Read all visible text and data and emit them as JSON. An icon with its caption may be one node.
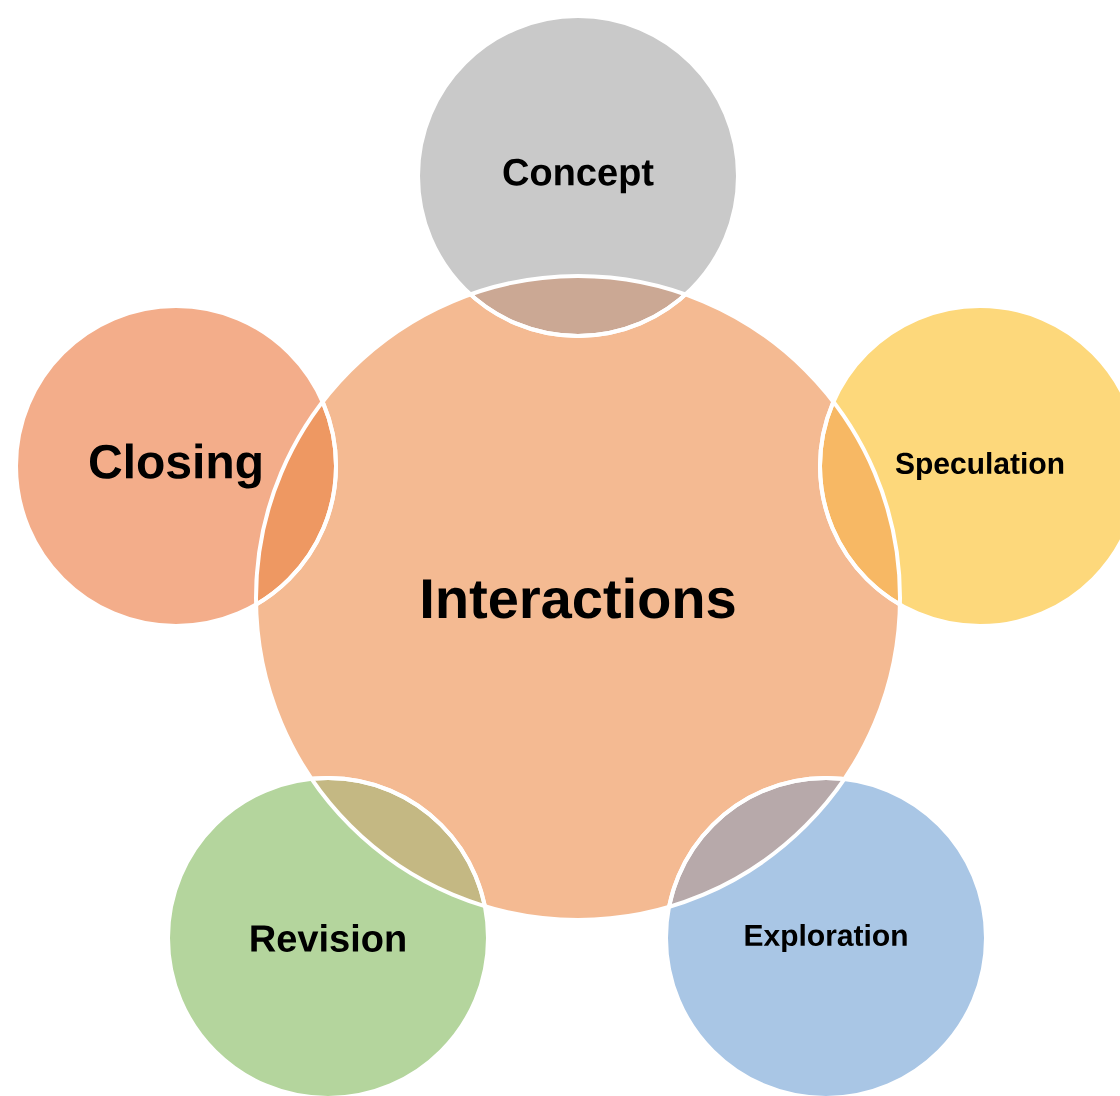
{
  "diagram": {
    "nodes": [
      {
        "text": [
          "Interactions"
        ]
      },
      {
        "text": [
          "Concept"
        ]
      },
      {
        "text": [
          "Speculation"
        ]
      },
      {
        "text": [
          "Exploration"
        ]
      },
      {
        "text": [
          "Revision"
        ]
      },
      {
        "text": [
          "Closing"
        ]
      }
    ]
  }
}
